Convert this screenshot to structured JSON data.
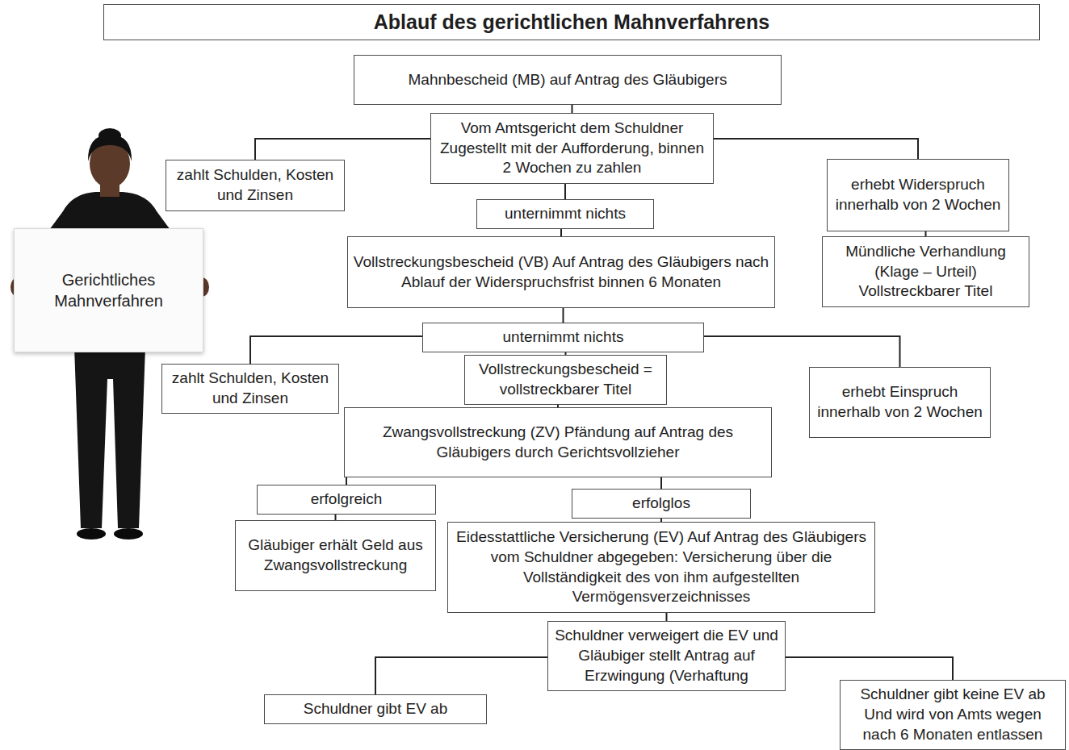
{
  "diagram": {
    "title": "Ablauf des gerichtlichen Mahnverfahrens",
    "nodes": [
      {
        "text": [
          "Mahnbescheid (MB) auf Antrag des Gläubigers"
        ]
      },
      {
        "text": [
          "Vom Amtsgericht dem Schuldner Zugestellt mit der Aufforderung, binnen 2 Wochen zu zahlen"
        ]
      },
      {
        "text": [
          "zahlt Schulden, Kosten und Zinsen"
        ]
      },
      {
        "text": [
          "erhebt Widerspruch innerhalb von 2 Wochen"
        ]
      },
      {
        "text": [
          "unternimmt nichts"
        ]
      },
      {
        "text": [
          "Mündliche Verhandlung (Klage – Urteil) Vollstreckbarer Titel"
        ]
      },
      {
        "text": [
          "Vollstreckungsbescheid (VB) Auf Antrag des Gläubigers nach Ablauf der Widerspruchsfrist binnen 6 Monaten"
        ]
      },
      {
        "text": [
          "unternimmt nichts"
        ]
      },
      {
        "text": [
          "zahlt Schulden, Kosten und Zinsen"
        ]
      },
      {
        "text": [
          "Vollstreckungsbescheid = vollstreckbarer Titel"
        ]
      },
      {
        "text": [
          "erhebt Einspruch innerhalb von 2 Wochen"
        ]
      },
      {
        "text": [
          "Zwangsvollstreckung (ZV) Pfändung auf Antrag des Gläubigers durch Gerichtsvollzieher"
        ]
      },
      {
        "text": [
          "erfolgreich"
        ]
      },
      {
        "text": [
          "erfolglos"
        ]
      },
      {
        "text": [
          "Gläubiger erhält Geld aus Zwangsvollstreckung"
        ]
      },
      {
        "text": [
          "Eidesstattliche Versicherung (EV) Auf Antrag des Gläubigers vom Schuldner abgegeben: Versicherung über die Vollständigkeit des von ihm aufgestellten Vermögensverzeichnisses"
        ]
      },
      {
        "text": [
          "Schuldner verweigert die EV und Gläubiger stellt Antrag auf Erzwingung (Verhaftung"
        ]
      },
      {
        "text": [
          "Schuldner gibt EV ab"
        ]
      },
      {
        "text": [
          "Schuldner gibt keine EV ab Und wird von Amts wegen nach 6 Monaten entlassen"
        ]
      },
      {
        "text": [
          "Gerichtliches Mahnverfahren"
        ]
      }
    ],
    "edges": [
      {
        "from": 0,
        "to": 1,
        "arrow": "none"
      },
      {
        "from": 1,
        "to": 2,
        "arrow": "none"
      },
      {
        "from": 1,
        "to": 3,
        "arrow": "none"
      },
      {
        "from": 1,
        "to": 4,
        "arrow": "none"
      },
      {
        "from": 3,
        "to": 5,
        "arrow": "none"
      },
      {
        "from": 4,
        "to": 6,
        "arrow": "none"
      },
      {
        "from": 6,
        "to": 7,
        "arrow": "none"
      },
      {
        "from": 7,
        "to": 8,
        "arrow": "none"
      },
      {
        "from": 7,
        "to": 9,
        "arrow": "none"
      },
      {
        "from": 7,
        "to": 10,
        "arrow": "none"
      },
      {
        "from": 9,
        "to": 11,
        "arrow": "none"
      },
      {
        "from": 11,
        "to": 12,
        "arrow": "none"
      },
      {
        "from": 11,
        "to": 13,
        "arrow": "none"
      },
      {
        "from": 12,
        "to": 14,
        "arrow": "none"
      },
      {
        "from": 13,
        "to": 15,
        "arrow": "none"
      },
      {
        "from": 15,
        "to": 16,
        "arrow": "none"
      },
      {
        "from": 16,
        "to": 17,
        "arrow": "none"
      },
      {
        "from": 16,
        "to": 18,
        "arrow": "none"
      }
    ]
  }
}
